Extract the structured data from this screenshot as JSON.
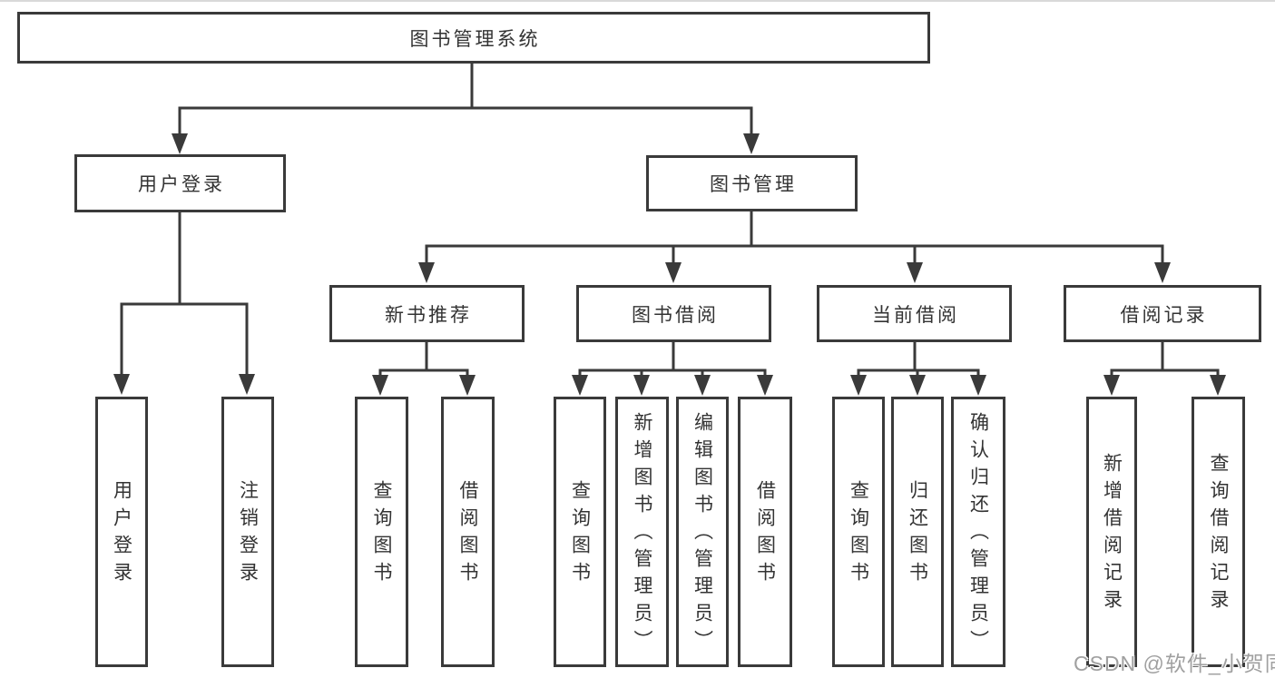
{
  "diagram": {
    "root": {
      "label": "图书管理系统"
    },
    "level2": [
      {
        "label": "用户登录"
      },
      {
        "label": "图书管理"
      }
    ],
    "level3": [
      {
        "label": "新书推荐"
      },
      {
        "label": "图书借阅"
      },
      {
        "label": "当前借阅"
      },
      {
        "label": "借阅记录"
      }
    ],
    "children": {
      "user_login": [
        "用户登录",
        "注销登录"
      ],
      "new_book_recommendation": [
        "查询图书",
        "借阅图书"
      ],
      "book_borrowing": [
        "查询图书",
        "新增图书（管理员）",
        "编辑图书（管理员）",
        "借阅图书"
      ],
      "current_borrowing": [
        "查询图书",
        "归还图书",
        "确认归还（管理员）"
      ],
      "borrowing_records": [
        "新增借阅记录",
        "查询借阅记录"
      ]
    }
  },
  "watermark": "CSDN @软件_小贺同学",
  "colors": {
    "line": "#3a3a3a",
    "text": "#333333",
    "background": "#ffffff",
    "watermark_gray": "#a0a0a0"
  }
}
